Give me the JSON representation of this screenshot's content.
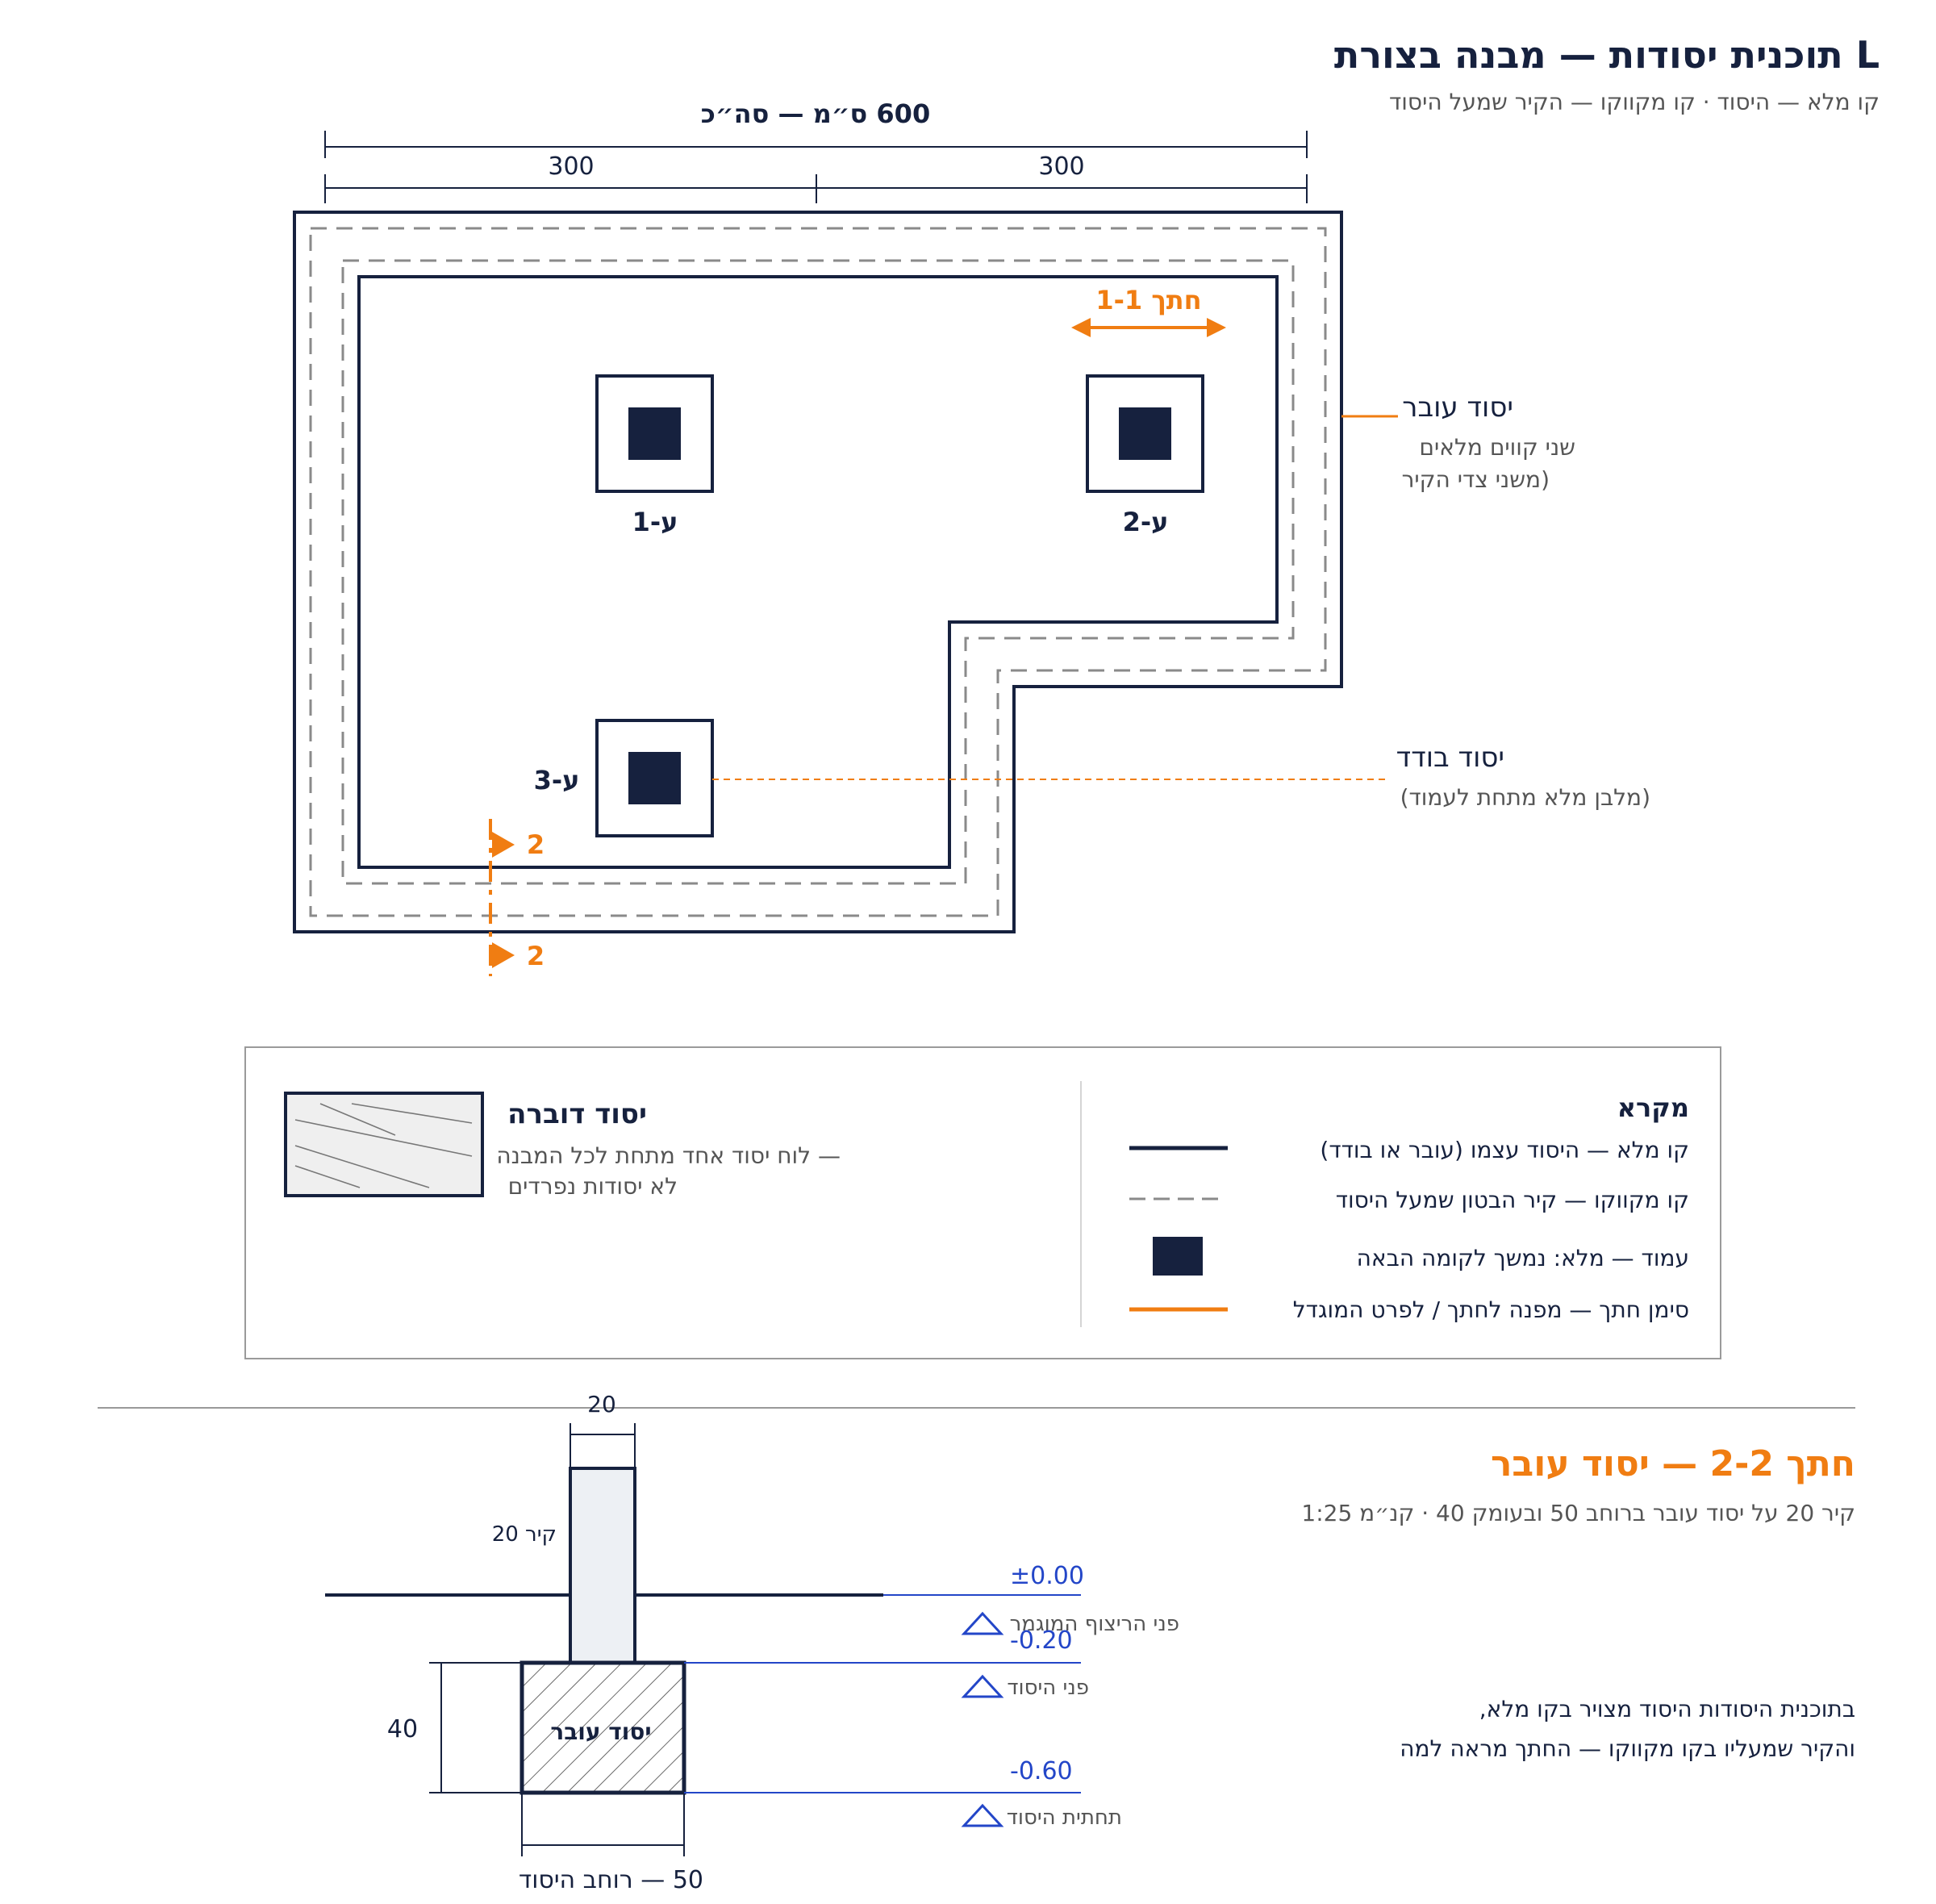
{
  "header": {
    "title": "L תוכנית יסודות — מבנה בצורת",
    "subtitle": "קו מלא — היסוד · קו מקווקו — הקיר שמעל היסוד"
  },
  "plan": {
    "overall_dim": "600 ס״מ — סה״כ",
    "dim_left": "300",
    "dim_right": "300",
    "section_11_label": "חתך 1-1",
    "columns": [
      "ע-1",
      "ע-2",
      "ע-3"
    ],
    "section_marker": "2",
    "callout_strip_title": "יסוד עובר",
    "callout_strip_note_1": "שני קווים מלאים",
    "callout_strip_note_2": "(משני צדי הקיר",
    "callout_isolated_title": "יסוד בודד",
    "callout_isolated_note": "(מלבן מלא מתחת לעמוד)"
  },
  "legend": {
    "title": "מקרא",
    "items": [
      "קו מלא — היסוד עצמו (עובר או בודד)",
      "קו מקווקו — קיר הבטון שמעל היסוד",
      "עמוד — מלא: נמשך לקומה הבאה",
      "סימן חתך — מפנה לחתך / לפרט המוגדל"
    ],
    "raft_title": "יסוד דוברה",
    "raft_line_1": "— לוח יסוד אחד מתחת לכל המבנה",
    "raft_line_2": "לא יסודות נפרדים"
  },
  "section": {
    "title": "חתך 2-2 — יסוד עובר",
    "subtitle": "קיר 20 על יסוד עובר ברוחב 50 ובעומק 40 · קנ״מ 1:25",
    "wall_width": "20",
    "wall_label": "קיר 20",
    "footing_label": "יסוד עובר",
    "depth": "40",
    "width_label": "50 — רוחב היסוד",
    "levels": [
      {
        "value": "±0.00",
        "label": "פני הריצוף המוגמר"
      },
      {
        "value": "-0.20",
        "label": "פני היסוד"
      },
      {
        "value": "-0.60",
        "label": "תחתית היסוד"
      }
    ],
    "note_line_1": "בתוכנית היסודות היסוד מצויר בקו מלא,",
    "note_line_2": "והקיר שמעליו בקו מקווקו — החתך מראה למה"
  },
  "colors": {
    "navy": "#16213e",
    "orange": "#f07d12",
    "blue": "#2346c8",
    "gray": "#8a8a8a",
    "text_gray": "#555555"
  }
}
